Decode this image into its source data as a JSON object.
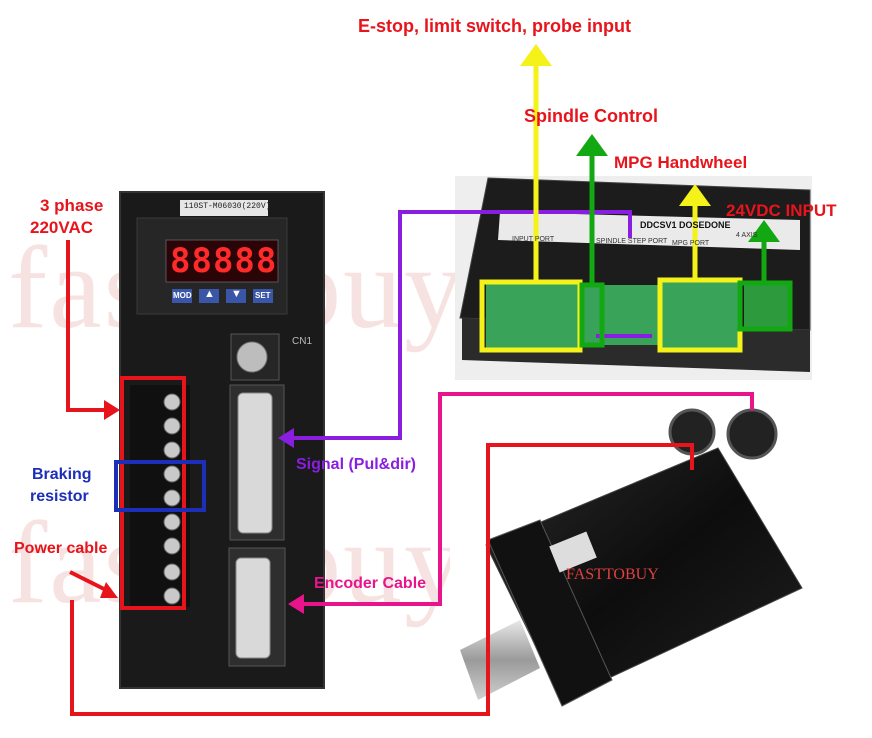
{
  "labels": {
    "estop": "E-stop, limit switch, probe input",
    "spindle": "Spindle Control",
    "mpg": "MPG Handwheel",
    "vdc": "24VDC INPUT",
    "phase_line1": "3 phase",
    "phase_line2": "220VAC",
    "braking_line1": "Braking",
    "braking_line2": "resistor",
    "power": "Power cable",
    "signal": "Signal (Pul&dir)",
    "encoder": "Encoder Cable"
  },
  "driver": {
    "model": "110ST-M06030(220V)",
    "display": "88888",
    "buttons": [
      "MOD",
      "▲",
      "▼",
      "SET"
    ],
    "cn1": "CN1"
  },
  "board": {
    "title": "DDCSV1 DOSEDONE",
    "headers": [
      "INPUT PORT",
      "SPINDLE STEP PORT",
      "MPG PORT",
      "4 AXIS"
    ]
  },
  "motor": {
    "brand": "FASTTOBUY"
  },
  "watermark": {
    "top": "fasttobuy012",
    "bottom": "fasttobuy012"
  },
  "colors": {
    "red": "#e8141c",
    "yellow": "#f5f21a",
    "green": "#12a812",
    "purple": "#8a1ee0",
    "pink": "#e8148c",
    "blue": "#1d2fb8"
  }
}
